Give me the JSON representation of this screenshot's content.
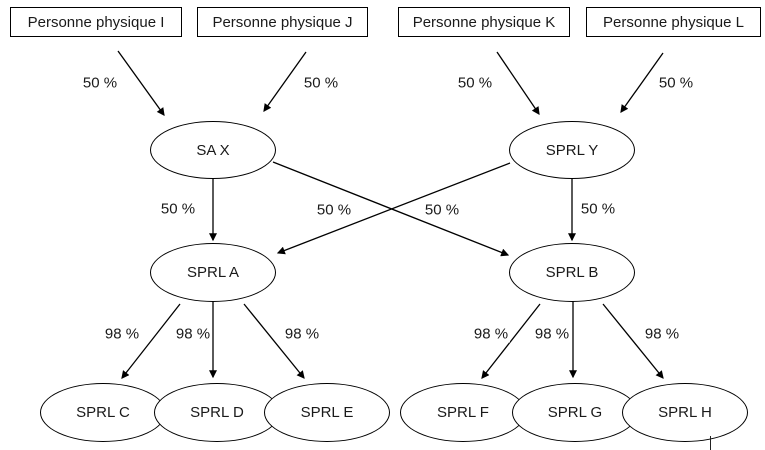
{
  "colors": {
    "background": "#ffffff",
    "line": "#000000",
    "text": "#1a1a1a"
  },
  "nodes": {
    "shareholders": [
      {
        "label": "Personne physique I"
      },
      {
        "label": "Personne physique J"
      },
      {
        "label": "Personne physique K"
      },
      {
        "label": "Personne physique L"
      }
    ],
    "companies": [
      {
        "label": "SA X"
      },
      {
        "label": "SPRL Y"
      },
      {
        "label": "SPRL A"
      },
      {
        "label": "SPRL B"
      },
      {
        "label": "SPRL C"
      },
      {
        "label": "SPRL D"
      },
      {
        "label": "SPRL E"
      },
      {
        "label": "SPRL F"
      },
      {
        "label": "SPRL G"
      },
      {
        "label": "SPRL H"
      }
    ]
  },
  "edges": [
    {
      "from": "Personne physique I",
      "to": "SA X",
      "label": "50 %"
    },
    {
      "from": "Personne physique J",
      "to": "SA X",
      "label": "50 %"
    },
    {
      "from": "Personne physique K",
      "to": "SPRL Y",
      "label": "50 %"
    },
    {
      "from": "Personne physique L",
      "to": "SPRL Y",
      "label": "50 %"
    },
    {
      "from": "SA X",
      "to": "SPRL A",
      "label": "50 %"
    },
    {
      "from": "SA X",
      "to": "SPRL B",
      "label": "50 %"
    },
    {
      "from": "SPRL Y",
      "to": "SPRL A",
      "label": "50 %"
    },
    {
      "from": "SPRL Y",
      "to": "SPRL B",
      "label": "50 %"
    },
    {
      "from": "SPRL A",
      "to": "SPRL C",
      "label": "98 %"
    },
    {
      "from": "SPRL A",
      "to": "SPRL D",
      "label": "98 %"
    },
    {
      "from": "SPRL A",
      "to": "SPRL E",
      "label": "98 %"
    },
    {
      "from": "SPRL B",
      "to": "SPRL F",
      "label": "98 %"
    },
    {
      "from": "SPRL B",
      "to": "SPRL G",
      "label": "98 %"
    },
    {
      "from": "SPRL B",
      "to": "SPRL H",
      "label": "98 %"
    }
  ]
}
